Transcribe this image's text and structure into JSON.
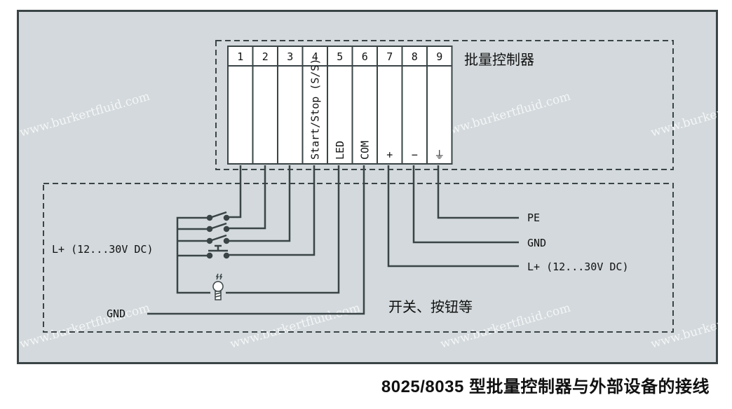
{
  "controller": {
    "title": "批量控制器",
    "terminals": [
      {
        "number": "1",
        "label": ""
      },
      {
        "number": "2",
        "label": ""
      },
      {
        "number": "3",
        "label": ""
      },
      {
        "number": "4",
        "label": "Start/Stop (S/S)"
      },
      {
        "number": "5",
        "label": "LED"
      },
      {
        "number": "6",
        "label": "COM"
      },
      {
        "number": "7",
        "label": "+"
      },
      {
        "number": "8",
        "label": "−"
      },
      {
        "number": "9",
        "label": "⏚"
      }
    ]
  },
  "external": {
    "title": "开关、按钮等",
    "supply_left": "L+ (12...30V DC)",
    "gnd_left": "GND",
    "pe": "PE",
    "gnd_right": "GND",
    "supply_right": "L+ (12...30V DC)"
  },
  "watermark": "www.burkertfluid.com",
  "caption": "8025/8035 型批量控制器与外部设备的接线",
  "colors": {
    "line": "#3a4446",
    "panel": "#d3d9dc",
    "box": "#ffffff"
  }
}
